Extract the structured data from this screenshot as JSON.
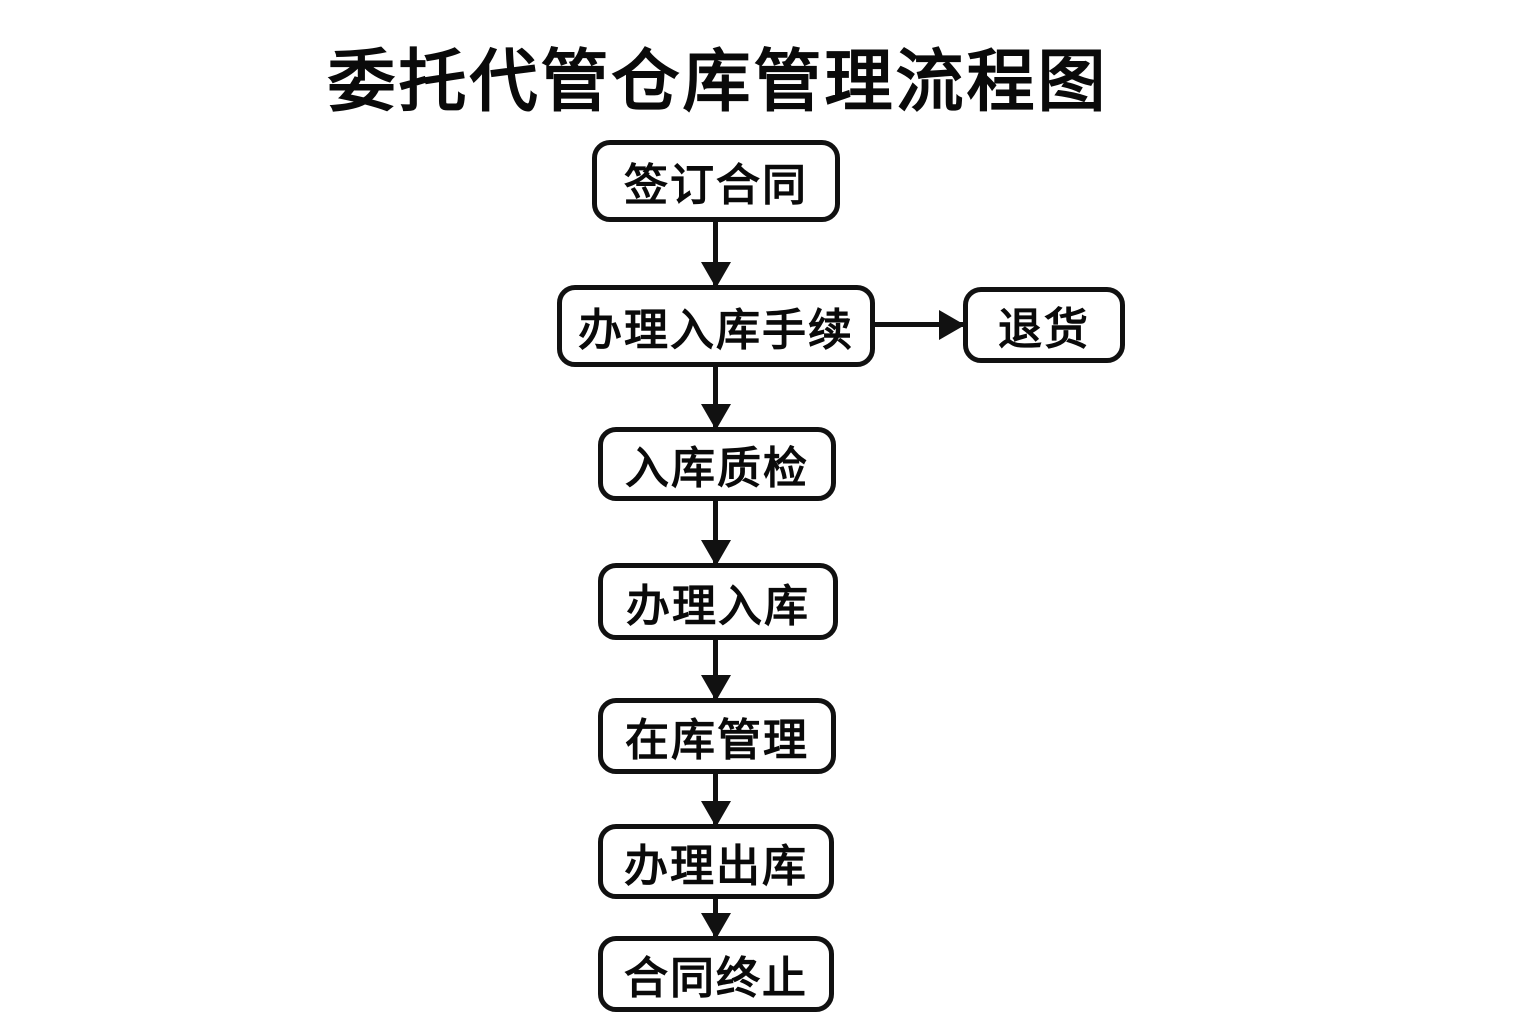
{
  "title": "委托代管仓库管理流程图",
  "flow": {
    "nodes": [
      {
        "id": "sign-contract",
        "label": "签订合同"
      },
      {
        "id": "inbound-procedures",
        "label": "办理入库手续"
      },
      {
        "id": "return-goods",
        "label": "退货"
      },
      {
        "id": "inbound-quality-check",
        "label": "入库质检"
      },
      {
        "id": "inbound-registration",
        "label": "办理入库"
      },
      {
        "id": "in-storage-management",
        "label": "在库管理"
      },
      {
        "id": "outbound-processing",
        "label": "办理出库"
      },
      {
        "id": "contract-termination",
        "label": "合同终止"
      }
    ],
    "edges": [
      {
        "from": "sign-contract",
        "to": "inbound-procedures",
        "direction": "down"
      },
      {
        "from": "inbound-procedures",
        "to": "return-goods",
        "direction": "right"
      },
      {
        "from": "inbound-procedures",
        "to": "inbound-quality-check",
        "direction": "down"
      },
      {
        "from": "inbound-quality-check",
        "to": "inbound-registration",
        "direction": "down"
      },
      {
        "from": "inbound-registration",
        "to": "in-storage-management",
        "direction": "down"
      },
      {
        "from": "in-storage-management",
        "to": "outbound-processing",
        "direction": "down"
      },
      {
        "from": "outbound-processing",
        "to": "contract-termination",
        "direction": "down"
      }
    ]
  },
  "colors": {
    "background": "#ffffff",
    "line": "#111111",
    "box_fill": "#ffffff",
    "text": "#0a0a0a"
  }
}
